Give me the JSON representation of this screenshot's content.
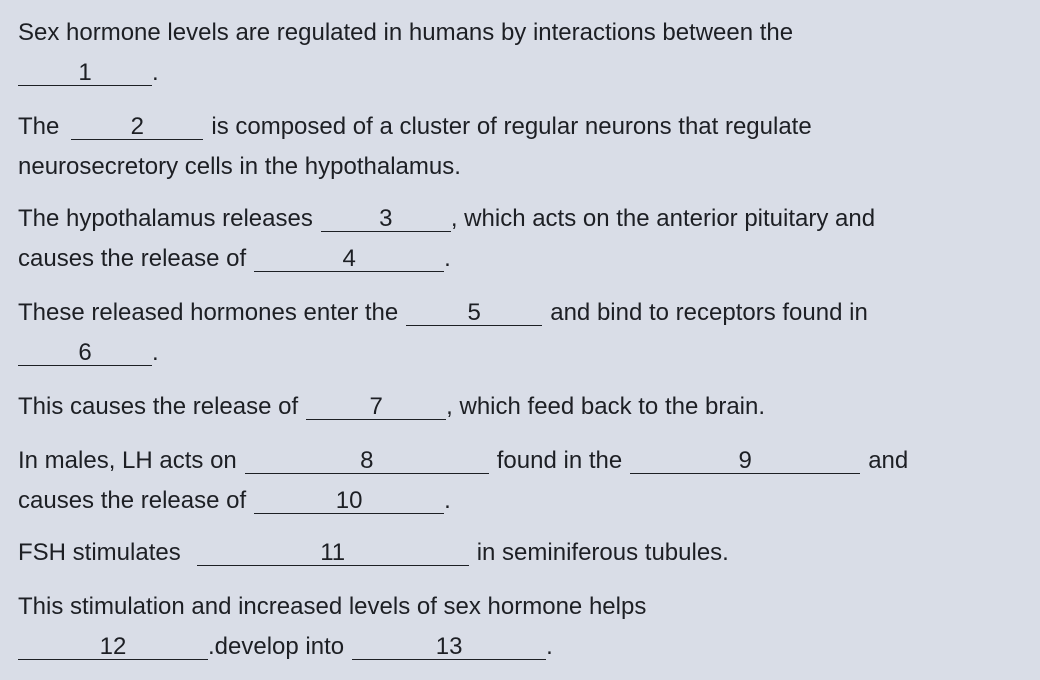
{
  "q1": {
    "text": "Sex hormone levels are regulated in humans by interactions between the",
    "blank1": "1",
    "end": "."
  },
  "q2": {
    "pre": "The",
    "blank2": "2",
    "mid": "is composed of a cluster of regular neurons that regulate",
    "line2": "neurosecretory cells in the hypothalamus."
  },
  "q3": {
    "pre": "The hypothalamus releases",
    "blank3": "3",
    "mid": ", which acts on the anterior pituitary and",
    "line2": "causes the release of",
    "blank4": "4",
    "end": "."
  },
  "q4": {
    "pre": "These released hormones enter the",
    "blank5": "5",
    "mid": "and bind to receptors found in",
    "blank6": "6",
    "end": "."
  },
  "q5": {
    "pre": "This causes the release of",
    "blank7": "7",
    "mid": ", which feed back to the brain."
  },
  "q6": {
    "pre": "In males, LH acts on",
    "blank8": "8",
    "mid": "found in the",
    "blank9": "9",
    "end1": "and",
    "line2": "causes the release of",
    "blank10": "10",
    "end2": "."
  },
  "q7": {
    "pre": "FSH stimulates",
    "blank11": "11",
    "mid": "in seminiferous tubules."
  },
  "q8": {
    "text": "This stimulation and increased levels of sex hormone helps",
    "blank12": "12",
    "mid": ".develop into",
    "blank13": "13",
    "end": "."
  }
}
